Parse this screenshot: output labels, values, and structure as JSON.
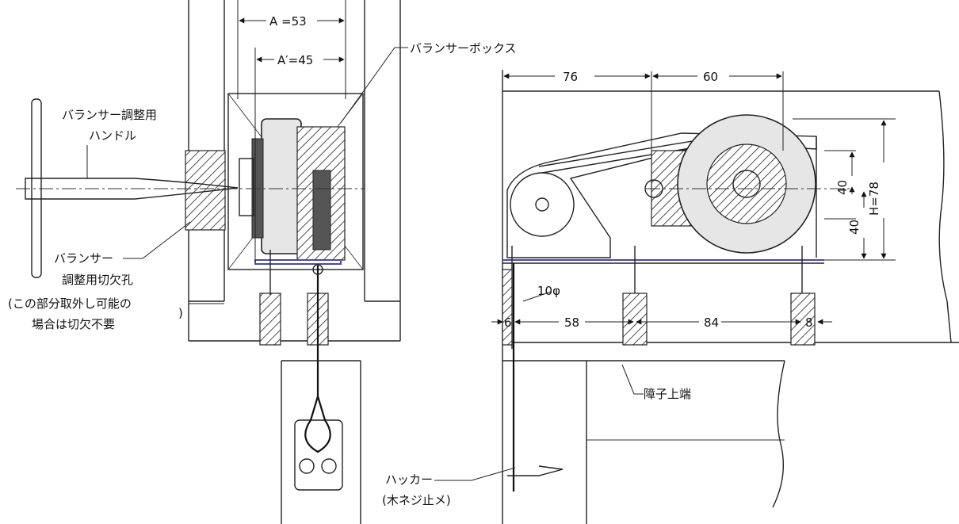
{
  "left_view": {
    "dim_a": "A =53",
    "dim_a_prime": "A′=45",
    "balancer_box_label": "バランサーボックス",
    "handle_label_line1": "バランサー調整用",
    "handle_label_line2": "ハンドル",
    "cutout_label_line1": "バランサー",
    "cutout_label_line2": "調整用切欠孔",
    "note_line1": "(この部分取外し可能の",
    "note_line2": "場合は切欠不要"
  },
  "right_view": {
    "dim_76": "76",
    "dim_60": "60",
    "dim_40_upper": "40",
    "dim_40_lower": "40",
    "dim_h": "H=78",
    "dim_10phi": "10φ",
    "dim_6": "6",
    "dim_58": "58",
    "dim_84": "84",
    "dim_8": "8",
    "sash_top_label": "障子上端",
    "hooker_label_line1": "ハッカー",
    "hooker_label_line2": "(木ネジ止メ)"
  }
}
